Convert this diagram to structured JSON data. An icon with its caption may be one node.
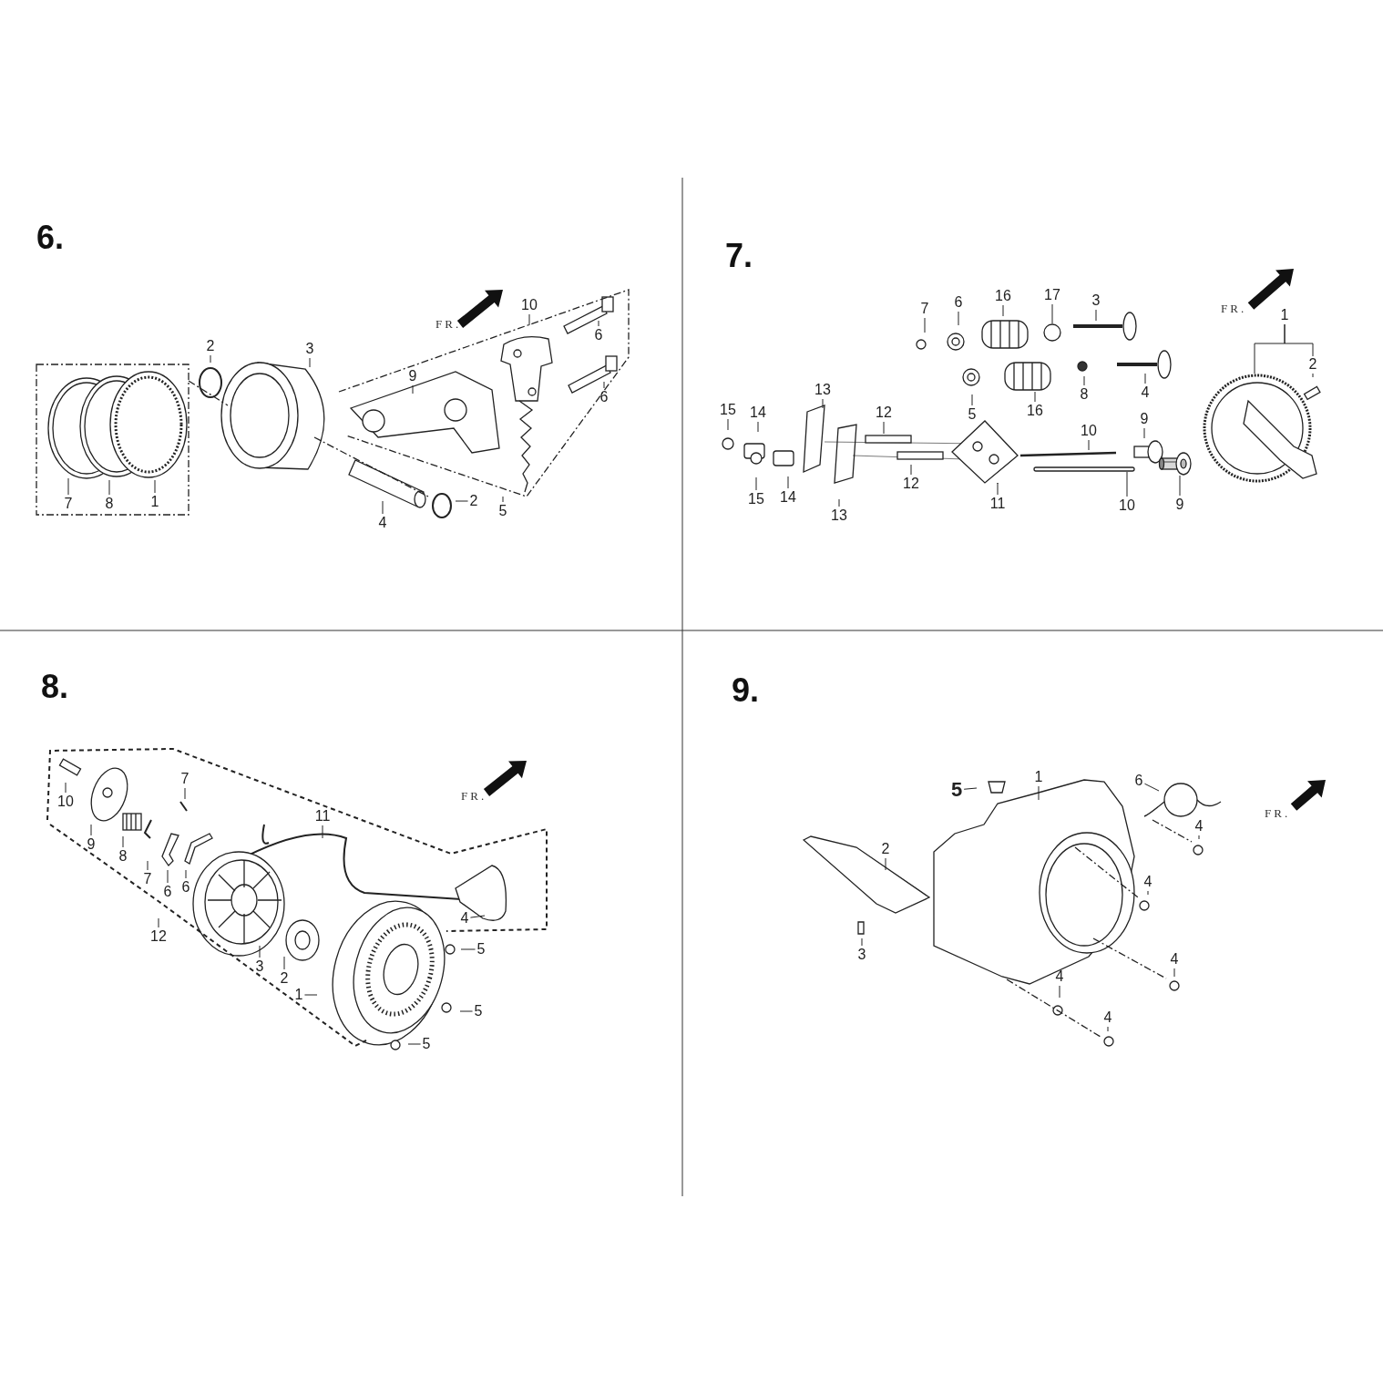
{
  "diagram": {
    "nodes": [
      {
        "text": [
          "7"
        ]
      },
      {
        "text": [
          "8"
        ]
      },
      {
        "text": [
          "1"
        ]
      },
      {
        "text": [
          "2"
        ]
      },
      {
        "text": [
          "3"
        ]
      },
      {
        "text": [
          "9"
        ]
      },
      {
        "text": [
          "10"
        ]
      },
      {
        "text": [
          "6"
        ]
      },
      {
        "text": [
          "6"
        ]
      },
      {
        "text": [
          "2"
        ]
      },
      {
        "text": [
          "4"
        ]
      },
      {
        "text": [
          "5"
        ]
      },
      {
        "text": [
          "7"
        ]
      },
      {
        "text": [
          "6"
        ]
      },
      {
        "text": [
          "16"
        ]
      },
      {
        "text": [
          "17"
        ]
      },
      {
        "text": [
          "3"
        ]
      },
      {
        "text": [
          "1"
        ]
      },
      {
        "text": [
          "2"
        ]
      },
      {
        "text": [
          "8"
        ]
      },
      {
        "text": [
          "4"
        ]
      },
      {
        "text": [
          "5"
        ]
      },
      {
        "text": [
          "16"
        ]
      },
      {
        "text": [
          "13"
        ]
      },
      {
        "text": [
          "15"
        ]
      },
      {
        "text": [
          "14"
        ]
      },
      {
        "text": [
          "12"
        ]
      },
      {
        "text": [
          "10"
        ]
      },
      {
        "text": [
          "9"
        ]
      },
      {
        "text": [
          "15"
        ]
      },
      {
        "text": [
          "14"
        ]
      },
      {
        "text": [
          "13"
        ]
      },
      {
        "text": [
          "12"
        ]
      },
      {
        "text": [
          "11"
        ]
      },
      {
        "text": [
          "10"
        ]
      },
      {
        "text": [
          "9"
        ]
      },
      {
        "text": [
          "10"
        ]
      },
      {
        "text": [
          "9"
        ]
      },
      {
        "text": [
          "8"
        ]
      },
      {
        "text": [
          "7"
        ]
      },
      {
        "text": [
          "7"
        ]
      },
      {
        "text": [
          "6"
        ]
      },
      {
        "text": [
          "6"
        ]
      },
      {
        "text": [
          "11"
        ]
      },
      {
        "text": [
          "12"
        ]
      },
      {
        "text": [
          "3"
        ]
      },
      {
        "text": [
          "2"
        ]
      },
      {
        "text": [
          "1"
        ]
      },
      {
        "text": [
          "4"
        ]
      },
      {
        "text": [
          "5"
        ]
      },
      {
        "text": [
          "5"
        ]
      },
      {
        "text": [
          "5"
        ]
      },
      {
        "text": [
          "5"
        ]
      },
      {
        "text": [
          "1"
        ]
      },
      {
        "text": [
          "6"
        ]
      },
      {
        "text": [
          "2"
        ]
      },
      {
        "text": [
          "3"
        ]
      },
      {
        "text": [
          "4"
        ]
      },
      {
        "text": [
          "4"
        ]
      },
      {
        "text": [
          "4"
        ]
      },
      {
        "text": [
          "4"
        ]
      },
      {
        "text": [
          "4"
        ]
      },
      {
        "text": [],
        "shape": "circle"
      },
      {
        "text": [],
        "shape": "diamond"
      },
      {
        "text": [],
        "shape": "bar"
      },
      {
        "text": [],
        "shape": "picture"
      }
    ],
    "edges": [
      {
        "from": 0,
        "to": null,
        "arrow": "none"
      },
      {
        "from": 1,
        "to": null,
        "arrow": "none"
      },
      {
        "from": 2,
        "to": null,
        "arrow": "none"
      },
      {
        "from": 3,
        "to": null,
        "arrow": "none"
      },
      {
        "from": 4,
        "to": null,
        "arrow": "none"
      },
      {
        "from": 5,
        "to": null,
        "arrow": "none"
      },
      {
        "from": 6,
        "to": null,
        "arrow": "none"
      },
      {
        "from": 7,
        "to": null,
        "arrow": "none"
      },
      {
        "from": 8,
        "to": null,
        "arrow": "none"
      },
      {
        "from": 9,
        "to": null,
        "arrow": "none"
      },
      {
        "from": 10,
        "to": null,
        "arrow": "none"
      },
      {
        "from": 11,
        "to": null,
        "arrow": "none"
      },
      {
        "from": 12,
        "to": null,
        "arrow": "none"
      },
      {
        "from": 13,
        "to": null,
        "arrow": "none"
      },
      {
        "from": 14,
        "to": null,
        "arrow": "none"
      },
      {
        "from": 15,
        "to": 62,
        "arrow": "none"
      },
      {
        "from": 16,
        "to": null,
        "arrow": "none"
      },
      {
        "from": 17,
        "to": null,
        "arrow": "none"
      },
      {
        "from": 17,
        "to": 18,
        "arrow": "none"
      },
      {
        "from": 18,
        "to": null,
        "arrow": "none"
      },
      {
        "from": 19,
        "to": null,
        "arrow": "none"
      },
      {
        "from": 20,
        "to": null,
        "arrow": "none"
      },
      {
        "from": 21,
        "to": null,
        "arrow": "none"
      },
      {
        "from": 22,
        "to": null,
        "arrow": "none"
      },
      {
        "from": 23,
        "to": null,
        "arrow": "none"
      },
      {
        "from": 24,
        "to": null,
        "arrow": "none"
      },
      {
        "from": 25,
        "to": null,
        "arrow": "none"
      },
      {
        "from": 26,
        "to": null,
        "arrow": "none"
      },
      {
        "from": 27,
        "to": null,
        "arrow": "none"
      },
      {
        "from": 28,
        "to": null,
        "arrow": "none"
      },
      {
        "from": 29,
        "to": null,
        "arrow": "none"
      },
      {
        "from": 30,
        "to": null,
        "arrow": "none"
      },
      {
        "from": 31,
        "to": null,
        "arrow": "none"
      },
      {
        "from": 32,
        "to": null,
        "arrow": "none"
      },
      {
        "from": 33,
        "to": 63,
        "arrow": "none"
      },
      {
        "from": 34,
        "to": 64,
        "arrow": "none"
      },
      {
        "from": 35,
        "to": 65,
        "arrow": "none"
      },
      {
        "from": 36,
        "to": null,
        "arrow": "none"
      },
      {
        "from": 37,
        "to": null,
        "arrow": "none"
      },
      {
        "from": 38,
        "to": null,
        "arrow": "none"
      },
      {
        "from": 39,
        "to": null,
        "arrow": "none"
      },
      {
        "from": 40,
        "to": null,
        "arrow": "none"
      },
      {
        "from": 41,
        "to": null,
        "arrow": "none"
      },
      {
        "from": 42,
        "to": null,
        "arrow": "none"
      },
      {
        "from": 43,
        "to": null,
        "arrow": "none"
      },
      {
        "from": 44,
        "to": null,
        "arrow": "none"
      },
      {
        "from": 45,
        "to": null,
        "arrow": "none"
      },
      {
        "from": 46,
        "to": null,
        "arrow": "none"
      },
      {
        "from": 47,
        "to": null,
        "arrow": "none"
      },
      {
        "from": 48,
        "to": null,
        "arrow": "none"
      },
      {
        "from": 49,
        "to": null,
        "arrow": "none"
      },
      {
        "from": 50,
        "to": null,
        "arrow": "none"
      },
      {
        "from": 51,
        "to": null,
        "arrow": "none"
      },
      {
        "from": 52,
        "to": null,
        "arrow": "none"
      },
      {
        "from": 53,
        "to": null,
        "arrow": "none"
      },
      {
        "from": 54,
        "to": null,
        "arrow": "none"
      },
      {
        "from": 55,
        "to": null,
        "arrow": "none"
      },
      {
        "from": 56,
        "to": null,
        "arrow": "none"
      },
      {
        "from": 57,
        "to": null,
        "arrow": "none"
      },
      {
        "from": 58,
        "to": null,
        "arrow": "none"
      },
      {
        "from": 59,
        "to": null,
        "arrow": "none"
      },
      {
        "from": 60,
        "to": null,
        "arrow": "none"
      },
      {
        "from": 61,
        "to": null,
        "arrow": "none"
      }
    ],
    "labels": [
      "6.",
      "FR.",
      "7.",
      "FR.",
      "8.",
      "FR.",
      "9.",
      "FR."
    ]
  }
}
